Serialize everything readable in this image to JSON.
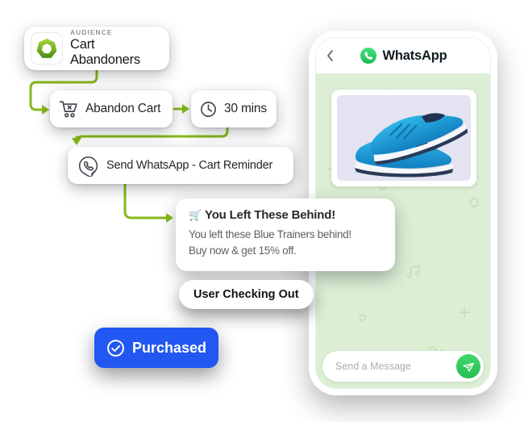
{
  "colors": {
    "connector_green": "#87B91A",
    "whatsapp_green": "#25D366",
    "purchased_blue": "#2258F1",
    "chat_background": "#DCEFD5"
  },
  "flow": {
    "audience": {
      "eyebrow": "AUDIENCE",
      "label": "Cart Abandoners",
      "icon": "audience-ring-icon"
    },
    "trigger": {
      "label": "Abandon Cart",
      "icon": "cart-remove-icon"
    },
    "delay": {
      "label": "30 mins",
      "icon": "clock-icon"
    },
    "action": {
      "label": "Send WhatsApp - Cart Reminder",
      "icon": "whatsapp-outline-icon"
    },
    "message_preview": {
      "emoji": "🛒",
      "title": "You Left These Behind!",
      "body_line1": "You left these Blue Trainers behind!",
      "body_line2": "Buy now & get 15% off."
    },
    "branch_checkout": {
      "label": "User Checking Out"
    },
    "goal": {
      "label": "Purchased",
      "icon": "check-circle-icon"
    }
  },
  "phone": {
    "header": {
      "title": "WhatsApp",
      "app_icon": "whatsapp-logo-icon",
      "back_icon": "chevron-left-icon"
    },
    "chat": {
      "product_image": "blue-trainers-photo"
    },
    "composer": {
      "placeholder": "Send a Message",
      "send_icon": "send-plane-icon"
    }
  }
}
